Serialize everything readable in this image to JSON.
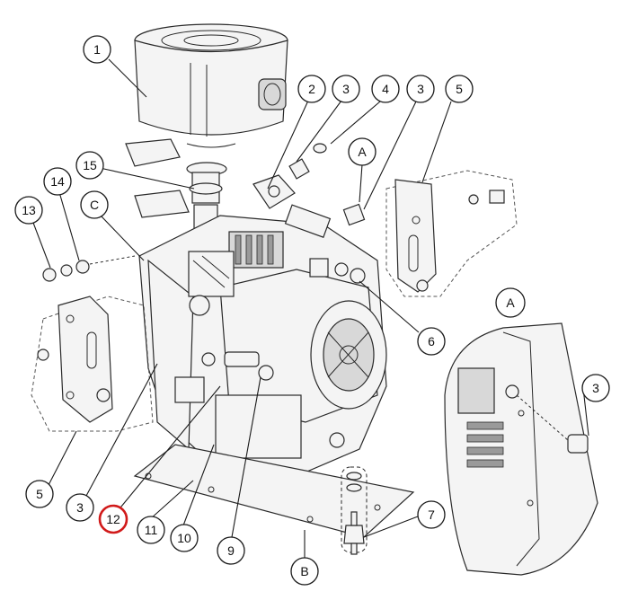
{
  "callouts": {
    "c1": "1",
    "c2": "2",
    "c3a": "3",
    "c4": "4",
    "c3b": "3",
    "c5a": "5",
    "cA1": "A",
    "c15": "15",
    "c14": "14",
    "c13": "13",
    "cC": "C",
    "cA2": "A",
    "c3c": "3",
    "c6": "6",
    "c5b": "5",
    "c3d": "3",
    "c12": "12",
    "c11": "11",
    "c10": "10",
    "c9": "9",
    "c7": "7",
    "cB": "B"
  },
  "highlight": {
    "callout": "12",
    "color": "#d11a1a"
  },
  "colors": {
    "line": "#1a1a1a",
    "part_fill": "#f4f4f4",
    "shade": "#d8d8d8"
  }
}
